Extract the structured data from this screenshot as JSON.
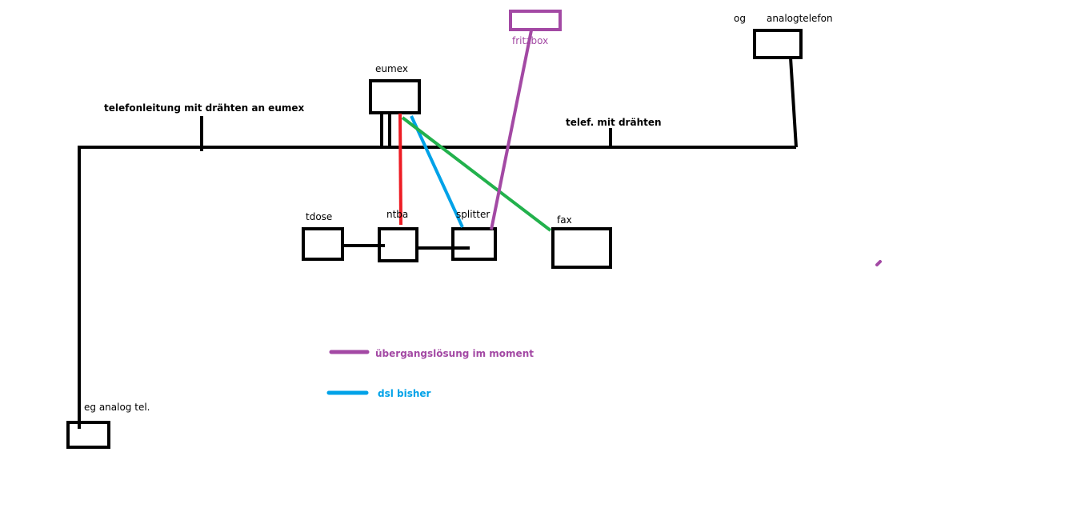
{
  "labels": {
    "telefonleitung": "telefonleitung mit drähten an eumex",
    "eumex": "eumex",
    "fritzbox": "fritzbox",
    "og": "og",
    "analogtelefon": "analogtelefon",
    "telef": "telef. mit drähten",
    "tdose": "tdose",
    "ntba": "ntba",
    "splitter": "splitter",
    "fax": "fax",
    "eg": "eg analog tel."
  },
  "legend": [
    {
      "label": "übergangslösung im moment",
      "color": "#a349a4"
    },
    {
      "label": "dsl bisher",
      "color": "#00a2e8"
    }
  ],
  "colors": {
    "red": "#ed1c24",
    "blue": "#00a2e8",
    "green": "#22b14c",
    "purple": "#a349a4"
  }
}
